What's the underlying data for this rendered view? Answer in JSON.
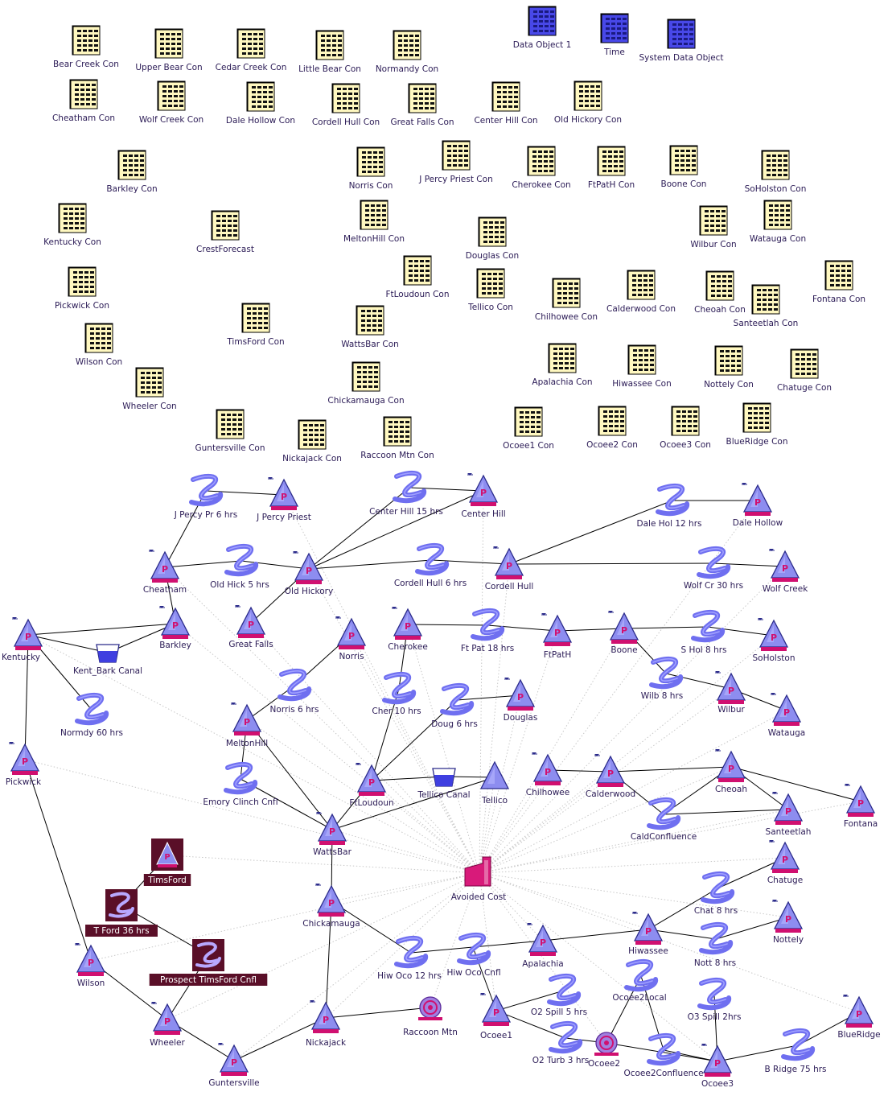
{
  "colors": {
    "edge": "#000000",
    "dotted": "#c8c8c8",
    "reservoir_fill": "#8d8df0",
    "reservoir_edge": "#2a2a8a",
    "base": "#d01070",
    "reach": "#6f6ff0",
    "data_object": "#fff8c0",
    "data_object_blue": "#4848e8",
    "timsford_box": "#5a0f28",
    "label": "#2a1a55"
  },
  "data_objects": [
    {
      "id": "bear_creek",
      "label": "Bear Creek Con",
      "style": "yellow"
    },
    {
      "id": "upper_bear",
      "label": "Upper Bear Con",
      "style": "yellow"
    },
    {
      "id": "cedar_creek",
      "label": "Cedar Creek Con",
      "style": "yellow"
    },
    {
      "id": "little_bear",
      "label": "Little Bear Con",
      "style": "yellow"
    },
    {
      "id": "normandy",
      "label": "Normandy Con",
      "style": "yellow"
    },
    {
      "id": "data_obj1",
      "label": "Data Object 1",
      "style": "blue"
    },
    {
      "id": "time",
      "label": "Time",
      "style": "blue"
    },
    {
      "id": "system_do",
      "label": "System Data Object",
      "style": "blue"
    },
    {
      "id": "cheatham",
      "label": "Cheatham Con",
      "style": "yellow"
    },
    {
      "id": "wolf_creek",
      "label": "Wolf Creek Con",
      "style": "yellow"
    },
    {
      "id": "dale_hollow",
      "label": "Dale Hollow Con",
      "style": "yellow"
    },
    {
      "id": "cordell_hull",
      "label": "Cordell Hull Con",
      "style": "yellow"
    },
    {
      "id": "great_falls",
      "label": "Great Falls Con",
      "style": "yellow"
    },
    {
      "id": "center_hill",
      "label": "Center Hill Con",
      "style": "yellow"
    },
    {
      "id": "old_hickory",
      "label": "Old Hickory Con",
      "style": "yellow"
    },
    {
      "id": "barkley",
      "label": "Barkley Con",
      "style": "yellow"
    },
    {
      "id": "norris",
      "label": "Norris Con",
      "style": "yellow"
    },
    {
      "id": "jpercy",
      "label": "J Percy Priest Con",
      "style": "yellow"
    },
    {
      "id": "cherokee",
      "label": "Cherokee Con",
      "style": "yellow"
    },
    {
      "id": "ftpath",
      "label": "FtPatH Con",
      "style": "yellow"
    },
    {
      "id": "boone",
      "label": "Boone Con",
      "style": "yellow"
    },
    {
      "id": "soholston",
      "label": "SoHolston Con",
      "style": "yellow"
    },
    {
      "id": "kentucky",
      "label": "Kentucky Con",
      "style": "yellow"
    },
    {
      "id": "crestforecast",
      "label": "CrestForecast",
      "style": "yellow"
    },
    {
      "id": "meltonhill",
      "label": "MeltonHill Con",
      "style": "yellow"
    },
    {
      "id": "douglas",
      "label": "Douglas Con",
      "style": "yellow"
    },
    {
      "id": "wilbur",
      "label": "Wilbur Con",
      "style": "yellow"
    },
    {
      "id": "watauga",
      "label": "Watauga Con",
      "style": "yellow"
    },
    {
      "id": "pickwick",
      "label": "Pickwick Con",
      "style": "yellow"
    },
    {
      "id": "ftloudoun",
      "label": "FtLoudoun Con",
      "style": "yellow"
    },
    {
      "id": "tellico",
      "label": "Tellico Con",
      "style": "yellow"
    },
    {
      "id": "chilhowee",
      "label": "Chilhowee Con",
      "style": "yellow"
    },
    {
      "id": "calderwood",
      "label": "Calderwood Con",
      "style": "yellow"
    },
    {
      "id": "cheoah",
      "label": "Cheoah Con",
      "style": "yellow"
    },
    {
      "id": "santeetlah",
      "label": "Santeetlah Con",
      "style": "yellow"
    },
    {
      "id": "fontana",
      "label": "Fontana Con",
      "style": "yellow"
    },
    {
      "id": "wilson",
      "label": "Wilson Con",
      "style": "yellow"
    },
    {
      "id": "timsford",
      "label": "TimsFord Con",
      "style": "yellow"
    },
    {
      "id": "wattsbar",
      "label": "WattsBar Con",
      "style": "yellow"
    },
    {
      "id": "chickamauga",
      "label": "Chickamauga Con",
      "style": "yellow"
    },
    {
      "id": "apalachia",
      "label": "Apalachia Con",
      "style": "yellow"
    },
    {
      "id": "hiwassee",
      "label": "Hiwassee Con",
      "style": "yellow"
    },
    {
      "id": "nottely",
      "label": "Nottely Con",
      "style": "yellow"
    },
    {
      "id": "chatuge",
      "label": "Chatuge Con",
      "style": "yellow"
    },
    {
      "id": "wheeler",
      "label": "Wheeler Con",
      "style": "yellow"
    },
    {
      "id": "guntersville",
      "label": "Guntersville Con",
      "style": "yellow"
    },
    {
      "id": "nickajack",
      "label": "Nickajack Con",
      "style": "yellow"
    },
    {
      "id": "raccoon",
      "label": "Raccoon Mtn Con",
      "style": "yellow"
    },
    {
      "id": "ocoee1",
      "label": "Ocoee1 Con",
      "style": "yellow"
    },
    {
      "id": "ocoee2",
      "label": "Ocoee2 Con",
      "style": "yellow"
    },
    {
      "id": "ocoee3",
      "label": "Ocoee3 Con",
      "style": "yellow"
    },
    {
      "id": "blueridge",
      "label": "BlueRidge Con",
      "style": "yellow"
    }
  ],
  "nodes": [
    {
      "id": "jpercy",
      "kind": "reservoir",
      "label": "J Percy Priest"
    },
    {
      "id": "centerhill",
      "kind": "reservoir",
      "label": "Center Hill"
    },
    {
      "id": "dalehollow",
      "kind": "reservoir",
      "label": "Dale Hollow"
    },
    {
      "id": "cheatham",
      "kind": "reservoir",
      "label": "Cheatham"
    },
    {
      "id": "oldhickory",
      "kind": "reservoir",
      "label": "Old Hickory"
    },
    {
      "id": "cordellhull",
      "kind": "reservoir",
      "label": "Cordell Hull"
    },
    {
      "id": "wolfcreek",
      "kind": "reservoir",
      "label": "Wolf Creek"
    },
    {
      "id": "kentucky",
      "kind": "reservoir",
      "label": "Kentucky"
    },
    {
      "id": "barkley",
      "kind": "reservoir",
      "label": "Barkley"
    },
    {
      "id": "greatfalls",
      "kind": "reservoir",
      "label": "Great Falls"
    },
    {
      "id": "norris",
      "kind": "reservoir",
      "label": "Norris"
    },
    {
      "id": "cherokee",
      "kind": "reservoir",
      "label": "Cherokee"
    },
    {
      "id": "ftpath",
      "kind": "reservoir",
      "label": "FtPatH"
    },
    {
      "id": "boone",
      "kind": "reservoir",
      "label": "Boone"
    },
    {
      "id": "soholston",
      "kind": "reservoir",
      "label": "SoHolston"
    },
    {
      "id": "meltonhill",
      "kind": "reservoir",
      "label": "MeltonHill"
    },
    {
      "id": "douglas",
      "kind": "reservoir",
      "label": "Douglas"
    },
    {
      "id": "wilbur",
      "kind": "reservoir",
      "label": "Wilbur"
    },
    {
      "id": "watauga",
      "kind": "reservoir",
      "label": "Watauga"
    },
    {
      "id": "pickwick",
      "kind": "reservoir",
      "label": "Pickwick"
    },
    {
      "id": "ftloudoun",
      "kind": "reservoir",
      "label": "FtLoudoun"
    },
    {
      "id": "tellico",
      "kind": "reservoir_plain",
      "label": "Tellico"
    },
    {
      "id": "chilhowee",
      "kind": "reservoir",
      "label": "Chilhowee"
    },
    {
      "id": "calderwood",
      "kind": "reservoir",
      "label": "Calderwood"
    },
    {
      "id": "cheoah",
      "kind": "reservoir",
      "label": "Cheoah"
    },
    {
      "id": "santeetlah",
      "kind": "reservoir",
      "label": "Santeetlah"
    },
    {
      "id": "fontana",
      "kind": "reservoir",
      "label": "Fontana"
    },
    {
      "id": "wattsbar",
      "kind": "reservoir",
      "label": "WattsBar"
    },
    {
      "id": "chatuge",
      "kind": "reservoir",
      "label": "Chatuge"
    },
    {
      "id": "chickamauga",
      "kind": "reservoir",
      "label": "Chickamauga"
    },
    {
      "id": "apalachia",
      "kind": "reservoir",
      "label": "Apalachia"
    },
    {
      "id": "hiwassee",
      "kind": "reservoir",
      "label": "Hiwassee"
    },
    {
      "id": "nottely",
      "kind": "reservoir",
      "label": "Nottely"
    },
    {
      "id": "wilson",
      "kind": "reservoir",
      "label": "Wilson"
    },
    {
      "id": "wheeler",
      "kind": "reservoir",
      "label": "Wheeler"
    },
    {
      "id": "guntersville",
      "kind": "reservoir",
      "label": "Guntersville"
    },
    {
      "id": "nickajack",
      "kind": "reservoir",
      "label": "Nickajack"
    },
    {
      "id": "ocoee1",
      "kind": "reservoir",
      "label": "Ocoee1"
    },
    {
      "id": "ocoee3",
      "kind": "reservoir",
      "label": "Ocoee3"
    },
    {
      "id": "blueridge",
      "kind": "reservoir",
      "label": "BlueRidge"
    },
    {
      "id": "timsford",
      "kind": "timsford_res",
      "label": "TimsFord"
    },
    {
      "id": "tford36",
      "kind": "timsford_reach",
      "label": "T Ford 36 hrs"
    },
    {
      "id": "prospect",
      "kind": "timsford_reach",
      "label": "Prospect TimsFord Cnfl"
    },
    {
      "id": "raccoon",
      "kind": "pumped",
      "label": "Raccoon Mtn"
    },
    {
      "id": "ocoee2",
      "kind": "pumped",
      "label": "Ocoee2"
    },
    {
      "id": "avoided",
      "kind": "thermal",
      "label": "Avoided Cost"
    },
    {
      "id": "kentbark",
      "kind": "canal",
      "label": "Kent_Bark Canal"
    },
    {
      "id": "tellicocanal",
      "kind": "canal",
      "label": "Tellico Canal"
    },
    {
      "id": "r_jpercy",
      "kind": "reach",
      "label": "J Percy Pr 6 hrs"
    },
    {
      "id": "r_centerhill",
      "kind": "reach",
      "label": "Center Hill 15 hrs"
    },
    {
      "id": "r_dalehol",
      "kind": "reach",
      "label": "Dale Hol 12 hrs"
    },
    {
      "id": "r_oldhick",
      "kind": "reach",
      "label": "Old Hick 5 hrs"
    },
    {
      "id": "r_cordell",
      "kind": "reach",
      "label": "Cordell Hull 6 hrs"
    },
    {
      "id": "r_wolfcr",
      "kind": "reach",
      "label": "Wolf Cr 30 hrs"
    },
    {
      "id": "r_ftpat",
      "kind": "reach",
      "label": "Ft Pat 18 hrs"
    },
    {
      "id": "r_shol",
      "kind": "reach",
      "label": "S Hol 8 hrs"
    },
    {
      "id": "r_wilb",
      "kind": "reach",
      "label": "Wilb 8 hrs"
    },
    {
      "id": "r_norris",
      "kind": "reach",
      "label": "Norris 6 hrs"
    },
    {
      "id": "r_cher",
      "kind": "reach",
      "label": "Cher 10 hrs"
    },
    {
      "id": "r_doug",
      "kind": "reach",
      "label": "Doug 6 hrs"
    },
    {
      "id": "r_normdy",
      "kind": "reach",
      "label": "Normdy 60 hrs"
    },
    {
      "id": "r_emory",
      "kind": "reach",
      "label": "Emory Clinch Cnfl"
    },
    {
      "id": "r_caldconf",
      "kind": "reach",
      "label": "CaldConfluence"
    },
    {
      "id": "r_chat",
      "kind": "reach",
      "label": "Chat 8 hrs"
    },
    {
      "id": "r_nott",
      "kind": "reach",
      "label": "Nott 8 hrs"
    },
    {
      "id": "r_hiwoco",
      "kind": "reach",
      "label": "Hiw Oco 12 hrs"
    },
    {
      "id": "r_hiwococnfl",
      "kind": "reach",
      "label": "Hiw Oco Cnfl"
    },
    {
      "id": "r_o2spill",
      "kind": "reach",
      "label": "O2 Spill 5 hrs"
    },
    {
      "id": "r_o2turb",
      "kind": "reach",
      "label": "O2 Turb 3 hrs"
    },
    {
      "id": "r_ocoee2local",
      "kind": "reach",
      "label": "Ocoee2Local"
    },
    {
      "id": "r_o3spill",
      "kind": "reach",
      "label": "O3 Spill 2hrs"
    },
    {
      "id": "r_ocoee2conf",
      "kind": "reach",
      "label": "Ocoee2Confluence"
    },
    {
      "id": "r_bridge",
      "kind": "reach",
      "label": "B Ridge 75 hrs"
    }
  ],
  "links": [
    [
      "r_jpercy",
      "jpercy"
    ],
    [
      "r_centerhill",
      "centerhill"
    ],
    [
      "r_dalehol",
      "dalehollow"
    ],
    [
      "cheatham",
      "r_jpercy"
    ],
    [
      "cheatham",
      "r_oldhick"
    ],
    [
      "r_oldhick",
      "oldhickory"
    ],
    [
      "oldhickory",
      "r_centerhill"
    ],
    [
      "oldhickory",
      "centerhill"
    ],
    [
      "oldhickory",
      "r_cordell"
    ],
    [
      "r_cordell",
      "cordellhull"
    ],
    [
      "cordellhull",
      "r_dalehol"
    ],
    [
      "cordellhull",
      "r_wolfcr"
    ],
    [
      "r_wolfcr",
      "wolfcreek"
    ],
    [
      "oldhickory",
      "greatfalls"
    ],
    [
      "cheatham",
      "barkley"
    ],
    [
      "kentucky",
      "barkley"
    ],
    [
      "kentucky",
      "kentbark"
    ],
    [
      "kentbark",
      "barkley"
    ],
    [
      "kentucky",
      "r_normdy"
    ],
    [
      "kentucky",
      "pickwick"
    ],
    [
      "pickwick",
      "wilson"
    ],
    [
      "wilson",
      "wheeler"
    ],
    [
      "wheeler",
      "guntersville"
    ],
    [
      "guntersville",
      "nickajack"
    ],
    [
      "nickajack",
      "chickamauga"
    ],
    [
      "nickajack",
      "raccoon"
    ],
    [
      "chickamauga",
      "wattsbar"
    ],
    [
      "chickamauga",
      "r_hiwoco"
    ],
    [
      "r_hiwoco",
      "apalachia"
    ],
    [
      "apalachia",
      "hiwassee"
    ],
    [
      "hiwassee",
      "r_chat"
    ],
    [
      "r_chat",
      "chatuge"
    ],
    [
      "hiwassee",
      "r_nott"
    ],
    [
      "r_nott",
      "nottely"
    ],
    [
      "wattsbar",
      "r_emory"
    ],
    [
      "r_emory",
      "meltonhill"
    ],
    [
      "meltonhill",
      "wattsbar"
    ],
    [
      "meltonhill",
      "r_norris"
    ],
    [
      "r_norris",
      "norris"
    ],
    [
      "wattsbar",
      "ftloudoun"
    ],
    [
      "wattsbar",
      "tellico"
    ],
    [
      "ftloudoun",
      "r_cher"
    ],
    [
      "r_cher",
      "cherokee"
    ],
    [
      "ftloudoun",
      "r_doug"
    ],
    [
      "r_doug",
      "douglas"
    ],
    [
      "ftloudoun",
      "tellicocanal"
    ],
    [
      "tellicocanal",
      "tellico"
    ],
    [
      "cherokee",
      "r_ftpat"
    ],
    [
      "r_ftpat",
      "ftpath"
    ],
    [
      "ftpath",
      "boone"
    ],
    [
      "boone",
      "r_shol"
    ],
    [
      "r_shol",
      "soholston"
    ],
    [
      "boone",
      "r_wilb"
    ],
    [
      "r_wilb",
      "wilbur"
    ],
    [
      "wilbur",
      "watauga"
    ],
    [
      "chilhowee",
      "calderwood"
    ],
    [
      "calderwood",
      "cheoah"
    ],
    [
      "calderwood",
      "r_caldconf"
    ],
    [
      "r_caldconf",
      "cheoah"
    ],
    [
      "r_caldconf",
      "santeetlah"
    ],
    [
      "cheoah",
      "santeetlah"
    ],
    [
      "cheoah",
      "fontana"
    ],
    [
      "r_hiwococnfl",
      "ocoee1"
    ],
    [
      "ocoee1",
      "r_o2turb"
    ],
    [
      "r_o2turb",
      "ocoee2"
    ],
    [
      "ocoee1",
      "r_o2spill"
    ],
    [
      "r_ocoee2local",
      "ocoee2"
    ],
    [
      "r_ocoee2local",
      "r_ocoee2conf"
    ],
    [
      "r_ocoee2conf",
      "ocoee3"
    ],
    [
      "ocoee3",
      "r_o3spill"
    ],
    [
      "ocoee3",
      "r_bridge"
    ],
    [
      "r_bridge",
      "blueridge"
    ],
    [
      "tford36",
      "timsford"
    ],
    [
      "tford36",
      "prospect"
    ],
    [
      "prospect",
      "wheeler"
    ],
    [
      "ocoee2",
      "ocoee3"
    ]
  ]
}
